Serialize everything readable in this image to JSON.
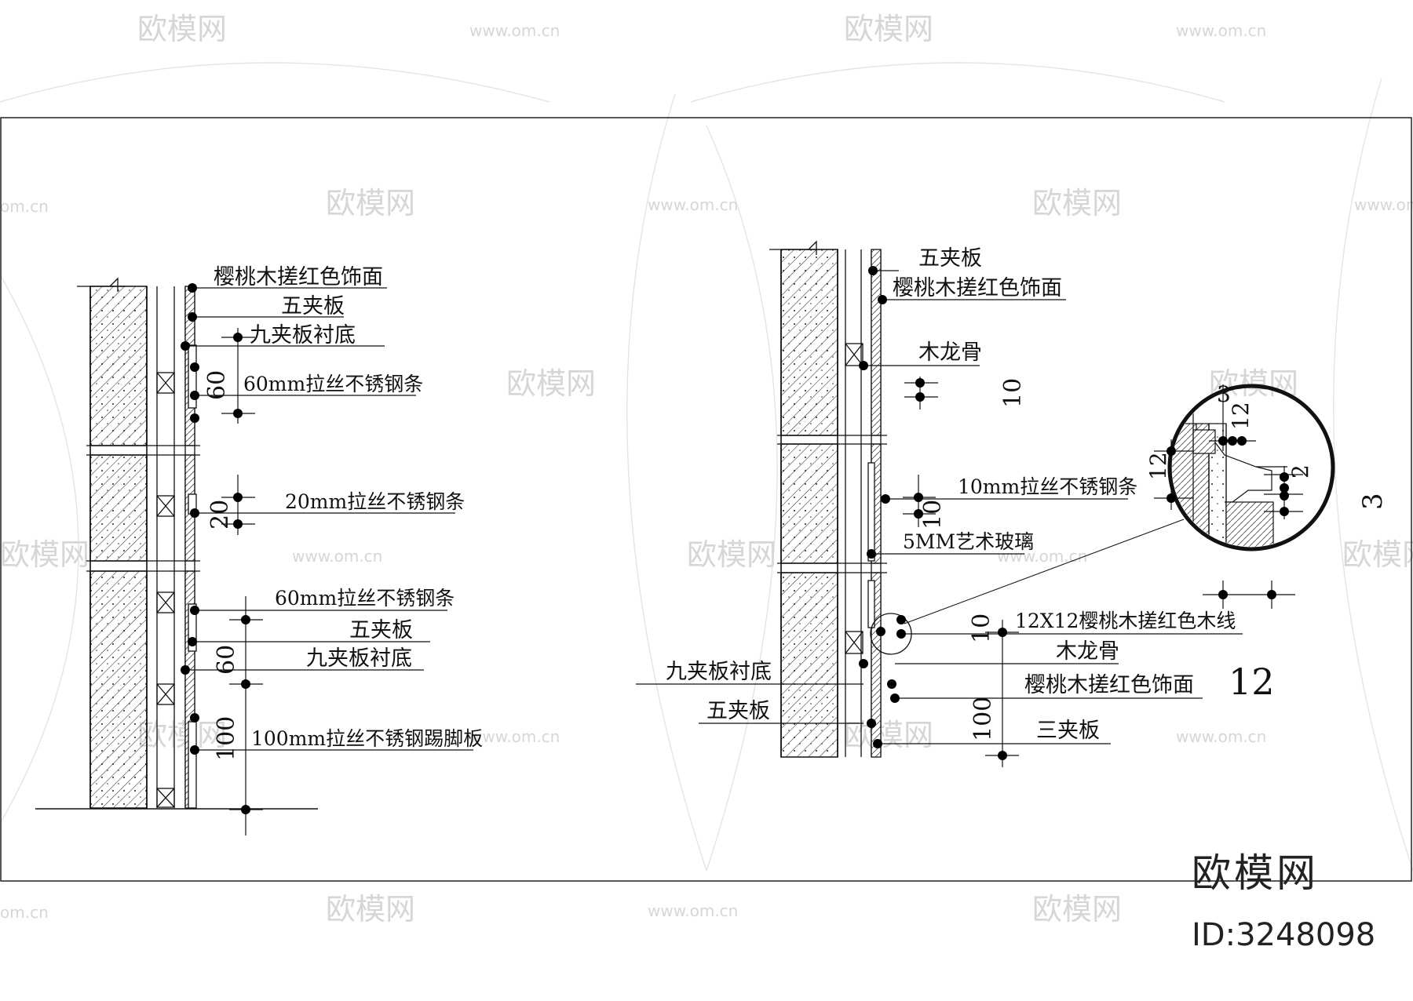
{
  "watermark": {
    "brand": "欧模网",
    "url": "www.om.cn",
    "url_short": "om.cn"
  },
  "brand_logo": {
    "name": "欧模网",
    "id_text": "ID:3248098"
  },
  "left_detail": {
    "labels": {
      "cherry_finish": "樱桃木搓红色饰面",
      "five_ply": "五夹板",
      "nine_ply_base": "九夹板衬底",
      "strip_60": "60mm拉丝不锈钢条",
      "strip_20": "20mm拉丝不锈钢条",
      "strip_60_b": "60mm拉丝不锈钢条",
      "five_ply_b": "五夹板",
      "nine_ply_base_b": "九夹板衬底",
      "skirting_100": "100mm拉丝不锈钢踢脚板"
    },
    "dims": {
      "d60_top": "60",
      "d20": "20",
      "d60_bottom": "60",
      "d100": "100"
    }
  },
  "right_detail": {
    "labels": {
      "five_ply": "五夹板",
      "cherry_finish": "樱桃木搓红色饰面",
      "wood_keel": "木龙骨",
      "strip_10": "10mm拉丝不锈钢条",
      "art_glass": "5MM艺术玻璃",
      "moulding": "12X12樱桃木搓红色木线",
      "wood_keel_b": "木龙骨",
      "cherry_finish_b": "樱桃木搓红色饰面",
      "nine_ply_base": "九夹板衬底",
      "five_ply_b": "五夹板",
      "three_ply": "三夹板"
    },
    "dims": {
      "d10_top": "10",
      "d10_mid": "10",
      "d10_low": "10",
      "d100": "100",
      "d12": "12"
    }
  },
  "zoom_detail": {
    "dims": {
      "d3": "3",
      "d12": "12",
      "d2": "2",
      "d3b": "3",
      "d12b": "12"
    }
  }
}
